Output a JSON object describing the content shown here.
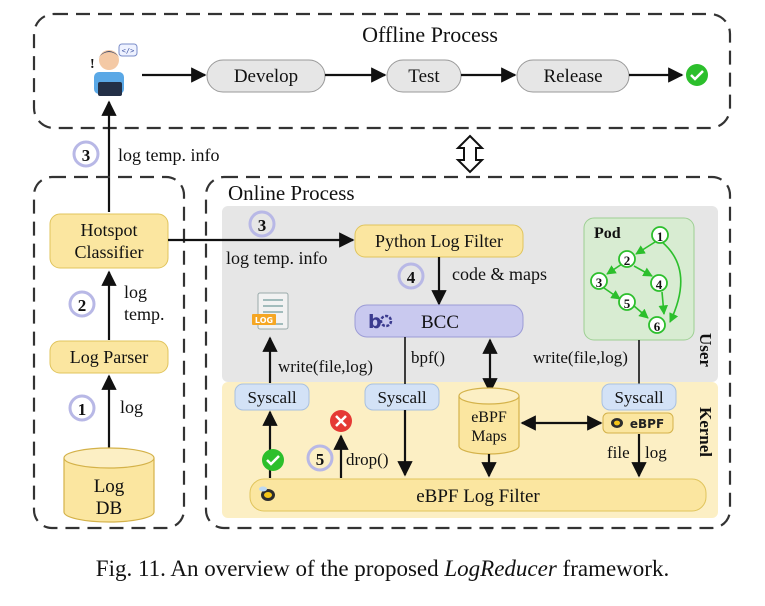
{
  "offline": {
    "title": "Offline Process",
    "steps": [
      "Develop",
      "Test",
      "Release"
    ],
    "step1_num": "3",
    "step1_label": "log temp. info"
  },
  "left": {
    "hotspot": [
      "Hotspot",
      "Classifier"
    ],
    "parser": "Log Parser",
    "db": [
      "Log",
      "DB"
    ],
    "label_log": "log",
    "label_temp": [
      "log",
      "temp."
    ],
    "num1": "1",
    "num2": "2"
  },
  "online": {
    "title": "Online Process",
    "python_filter": "Python Log Filter",
    "bcc": "BCC",
    "ebpf_filter": "eBPF Log Filter",
    "ebpf_maps": [
      "eBPF",
      "Maps"
    ],
    "syscall": "Syscall",
    "pod": "Pod",
    "user": "User",
    "kernel": "Kernel",
    "ebpf_badge": "eBPF",
    "log_icon": "LOG",
    "num3": "3",
    "num4": "4",
    "num5": "5",
    "label_temp_info": "log temp. info",
    "label_code_maps": "code & maps",
    "label_write1": "write(file,log)",
    "label_write2": "write(file,log)",
    "label_bpf": "bpf()",
    "label_drop": "drop()",
    "label_file": "file",
    "label_log": "log",
    "pod_nodes": [
      "1",
      "2",
      "3",
      "4",
      "5",
      "6"
    ]
  },
  "caption": {
    "prefix": "Fig. 11.  An overview of the proposed ",
    "name": "LogReducer",
    "suffix": " framework."
  },
  "colors": {
    "node_yellow": "#fbe6a0",
    "node_purple": "#c9c9ef",
    "node_blue": "#d3e2f6",
    "user_space": "#e6e6e6",
    "kernel_space": "#fcefc4",
    "pod_green": "#d8ecd2",
    "green": "#2cbf2c",
    "red": "#e53935",
    "number_circle": "#b8b8e6"
  }
}
